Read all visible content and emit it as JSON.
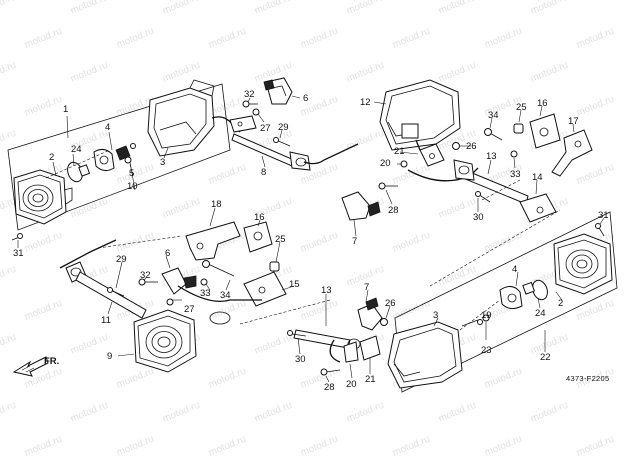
{
  "watermark_text": "motod.ru",
  "diagram_code": "4373-F2205",
  "front_label": "FR.",
  "callouts": {
    "c1": "1",
    "c2": "2",
    "c3": "3",
    "c4": "4",
    "c5": "5",
    "c6": "6",
    "c7": "7",
    "c8": "8",
    "c9": "9",
    "c10": "10",
    "c11": "11",
    "c12": "12",
    "c13": "13",
    "c14": "14",
    "c15": "15",
    "c16": "16",
    "c17": "17",
    "c18": "18",
    "c19": "19",
    "c20": "20",
    "c21": "21",
    "c22": "22",
    "c23": "23",
    "c24": "24",
    "c25": "25",
    "c26": "26",
    "c27": "27",
    "c28": "28",
    "c29": "29",
    "c30": "30",
    "c31": "31",
    "c32": "32",
    "c33": "33",
    "c34": "34"
  },
  "callouts_dup": {
    "c2b": "2",
    "c3b": "3",
    "c4b": "4",
    "c7b": "7",
    "c13b": "13",
    "c16b": "16",
    "c20b": "20",
    "c21b": "21",
    "c24b": "24",
    "c25b": "25",
    "c26b": "26",
    "c27b": "27",
    "c28b": "28",
    "c29b": "29",
    "c30b": "30",
    "c31b": "31",
    "c32b": "32",
    "c33b": "33",
    "c34b": "34",
    "c6b": "6"
  }
}
